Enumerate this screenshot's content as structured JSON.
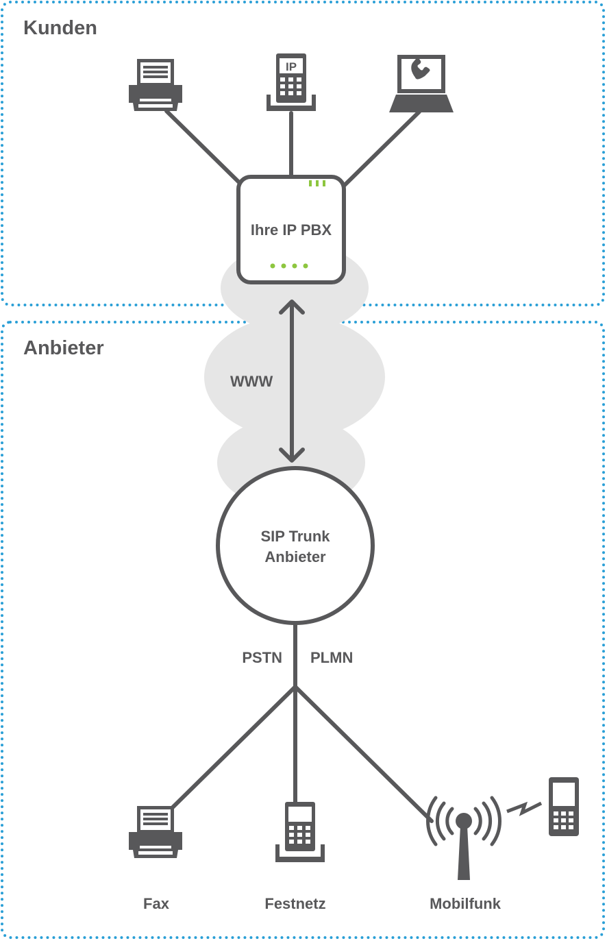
{
  "zones": {
    "kunden": {
      "title": "Kunden"
    },
    "anbieter": {
      "title": "Anbieter"
    }
  },
  "nodes": {
    "pbx": {
      "label": "Ihre IP PBX"
    },
    "cloud": {
      "label": "WWW"
    },
    "sip": {
      "line1": "SIP Trunk",
      "line2": "Anbieter"
    }
  },
  "network_labels": {
    "left": "PSTN",
    "right": "PLMN"
  },
  "customer_devices": {
    "fax": "fax-icon",
    "ip_phone": {
      "icon": "ip-phone-icon",
      "badge": "IP"
    },
    "softphone": "laptop-softphone-icon"
  },
  "endpoints": {
    "fax": "Fax",
    "festnetz": "Festnetz",
    "mobilfunk": "Mobilfunk"
  },
  "colors": {
    "ink": "#58585a",
    "dotted_border": "#2a9fd6",
    "led_green": "#8dc63f",
    "cloud": "#e6e6e6"
  }
}
